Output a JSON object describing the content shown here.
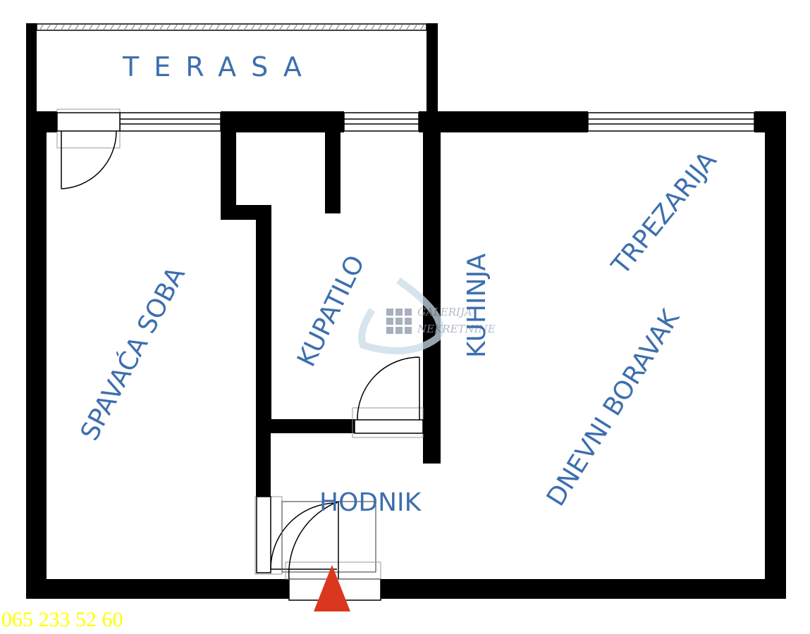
{
  "rooms": {
    "terasa": "TERASA",
    "spavaca_soba": "SPAVAĆA SOBA",
    "kupatilo": "KUPATILO",
    "kuhinja": "KUHINJA",
    "trpezarija": "TRPEZARIJA",
    "dnevni_boravak": "DNEVNI BORAVAK",
    "hodnik": "HODNIK"
  },
  "watermark": {
    "line1": "GALERIJA",
    "line2": "NEKRETNINE"
  },
  "contact": {
    "phone": "065 233 52 60"
  },
  "colors": {
    "wall": "#000000",
    "label": "#3d6fae",
    "entrance_arrow": "#d9381e",
    "phone": "#ffff00",
    "watermark": "#9aa4b2"
  },
  "icons": {
    "entrance": "entrance-arrow-icon",
    "logo": "galerija-nekretnine-logo-icon"
  }
}
